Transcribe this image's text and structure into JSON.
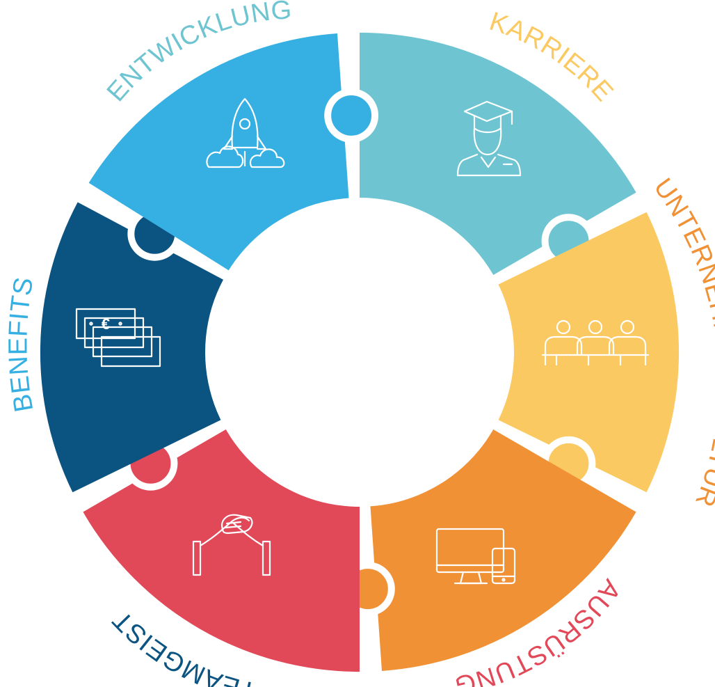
{
  "segments": [
    {
      "key": "entwicklung",
      "label": "ENTWICKLUNG",
      "color": "#6EC5D1",
      "icon": "rocket-icon"
    },
    {
      "key": "karriere",
      "label": "KARRIERE",
      "color": "#FBC961",
      "icon": "graduate-icon"
    },
    {
      "key": "unternehmenskultur",
      "label": "UNTERNEHMENSKULTUR",
      "color": "#F19135",
      "icon": "team-meeting-icon"
    },
    {
      "key": "ausruestung",
      "label": "AUSRÜSTUNG",
      "color": "#E14858",
      "icon": "devices-icon"
    },
    {
      "key": "teamgeist",
      "label": "TEAMGEIST",
      "color": "#0B5482",
      "icon": "handshake-icon"
    },
    {
      "key": "benefits",
      "label": "BENEFITS",
      "color": "#36B0E2",
      "icon": "money-icon"
    }
  ],
  "money_symbol": "€"
}
